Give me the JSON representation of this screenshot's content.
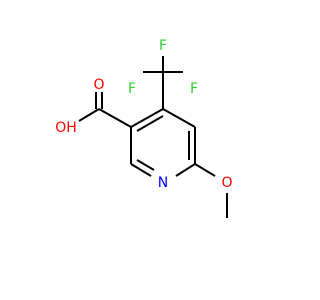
{
  "molecule": {
    "atoms": [
      {
        "id": "O1",
        "label": "O"
      },
      {
        "id": "O2",
        "label": "OH"
      },
      {
        "id": "N1",
        "label": "N"
      },
      {
        "id": "O3",
        "label": "O"
      },
      {
        "id": "F1",
        "label": "F"
      },
      {
        "id": "F2",
        "label": "F"
      },
      {
        "id": "F3",
        "label": "F"
      }
    ]
  },
  "colors": {
    "bond": "#000000",
    "oxygen": "#ff0000",
    "nitrogen": "#0000ff",
    "fluorine": "#33cc33",
    "background": "#ffffff"
  }
}
